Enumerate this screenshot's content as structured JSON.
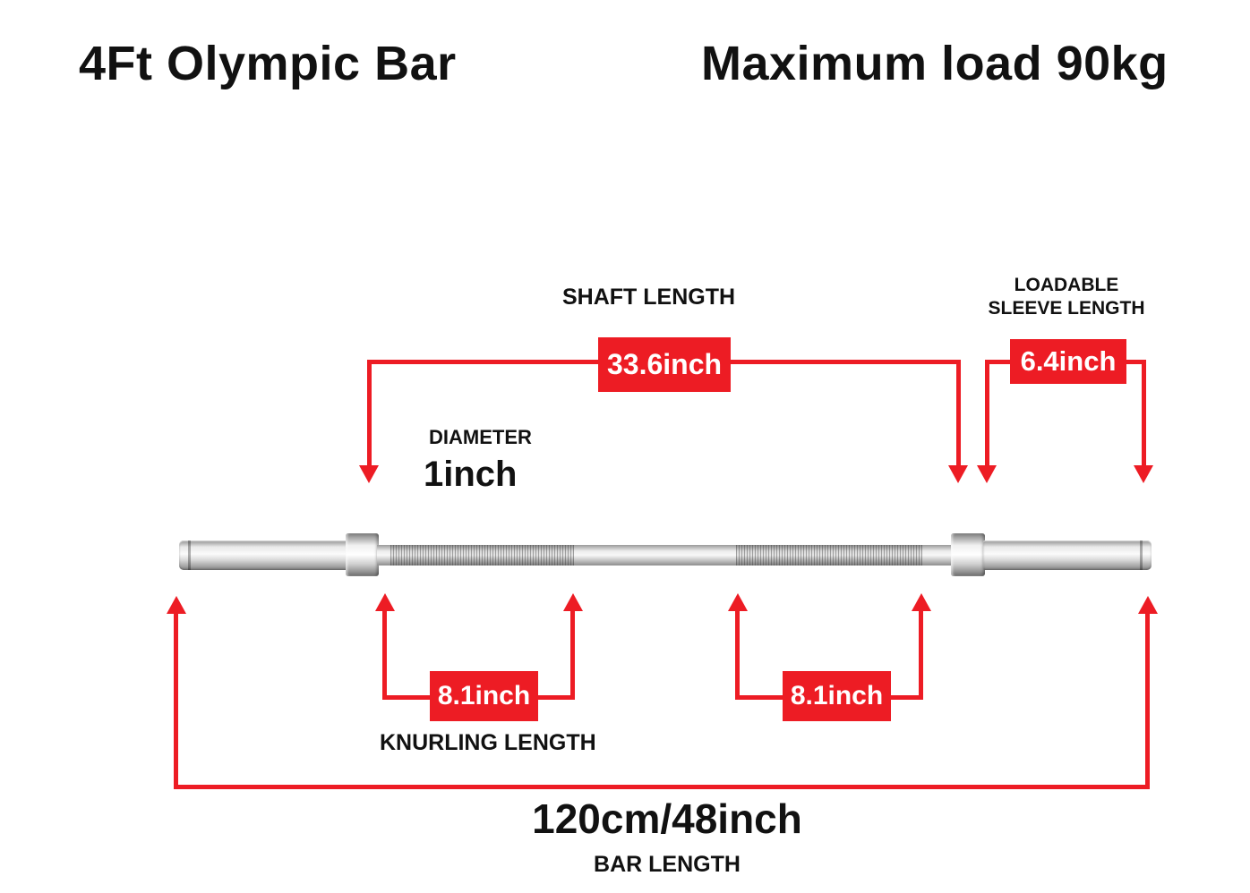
{
  "header": {
    "title": "4Ft Olympic Bar",
    "max_load": "Maximum load 90kg"
  },
  "annotations": {
    "shaft": {
      "label": "SHAFT LENGTH",
      "value": "33.6inch"
    },
    "sleeve": {
      "label_line1": "LOADABLE",
      "label_line2": "SLEEVE LENGTH",
      "value": "6.4inch"
    },
    "diameter": {
      "label": "DIAMETER",
      "value": "1inch"
    },
    "knurling": {
      "label": "KNURLING LENGTH",
      "value_left": "8.1inch",
      "value_right": "8.1inch"
    },
    "bar_length": {
      "label": "BAR LENGTH",
      "value": "120cm/48inch"
    }
  },
  "colors": {
    "accent_red": "#ed1c24"
  }
}
